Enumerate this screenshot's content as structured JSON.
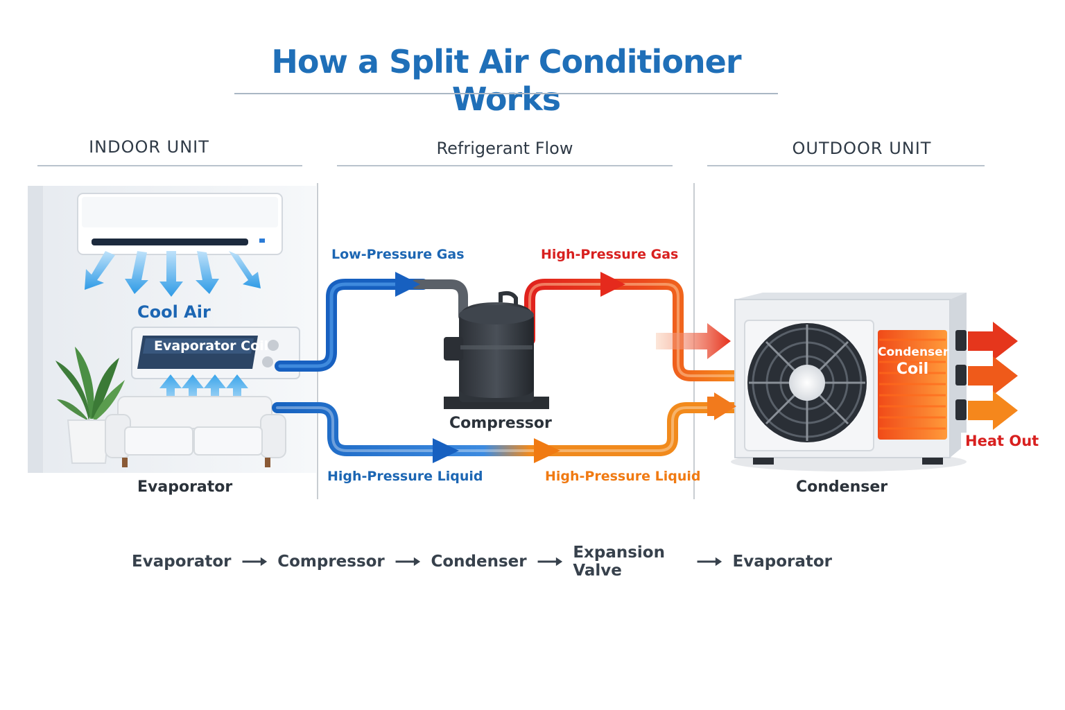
{
  "title": "How a Split Air Conditioner Works",
  "sections": {
    "indoor": "INDOOR UNIT",
    "flow": "Refrigerant Flow",
    "outdoor": "OUTDOOR UNIT"
  },
  "indoor": {
    "cool_air_label": "Cool Air",
    "coil_label": "Evaporator Coil",
    "caption": "Evaporator"
  },
  "flow": {
    "low_pressure_gas": "Low-Pressure Gas",
    "high_pressure_gas": "High-Pressure Gas",
    "compressor": "Compressor",
    "hp_liquid_left": "High-Pressure Liquid",
    "hp_liquid_right": "High-Pressure Liquid"
  },
  "outdoor": {
    "coil_label_line1": "Condenser",
    "coil_label_line2": "Coil",
    "heat_out": "Heat Out",
    "caption": "Condenser"
  },
  "cycle": [
    "Evaporator",
    "Compressor",
    "Condenser",
    "Expansion Valve",
    "Evaporator"
  ],
  "colors": {
    "title_blue": "#1f6fb8",
    "cold_blue": "#1c66b3",
    "hot_red": "#d8201f",
    "warm_orange": "#f07a12"
  }
}
